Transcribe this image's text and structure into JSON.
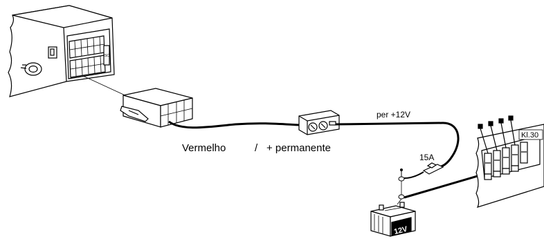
{
  "diagram": {
    "labels": {
      "wire_color": "Vermelho",
      "separator": "/",
      "wire_function": "+ permanente",
      "supply": "per +12V",
      "fuse_rating": "15A",
      "battery_voltage": "12V",
      "terminal": "Kl.30"
    },
    "colors": {
      "line": "#000000",
      "background": "#ffffff",
      "battery_label_bg": "#000000",
      "battery_label_text": "#ffffff"
    },
    "icons": {
      "radio": "car-radio-icon",
      "connector": "iso-connector-icon",
      "inline_coupler": "inline-coupler-icon",
      "fuse": "fuse-icon",
      "battery": "battery-icon",
      "fuse_box": "fuse-box-icon"
    }
  }
}
